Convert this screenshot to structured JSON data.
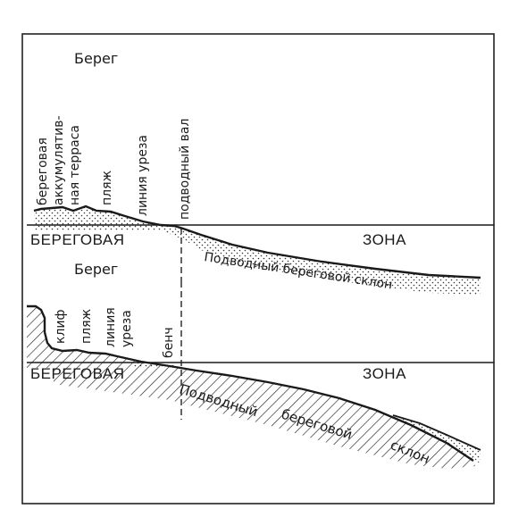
{
  "top_panel": {
    "shore_title": "Берег",
    "labels": {
      "terrace_1": "береговая",
      "terrace_2": "аккумулятив-",
      "terrace_3": "ная терраса",
      "beach": "пляж",
      "waterline": "линия уреза",
      "bar": "подводный вал"
    },
    "zone_left": "БЕРЕГОВАЯ",
    "zone_right": "ЗОНА",
    "slope": "Подводный береговой склон"
  },
  "bottom_panel": {
    "shore_title": "Берег",
    "labels": {
      "cliff": "клиф",
      "beach": "пляж",
      "waterline_1": "линия",
      "waterline_2": "уреза",
      "bench": "бенч"
    },
    "zone_left": "БЕРЕГОВАЯ",
    "zone_right": "ЗОНА",
    "slope_1": "Подводный",
    "slope_2": "береговой",
    "slope_3": "склон"
  }
}
